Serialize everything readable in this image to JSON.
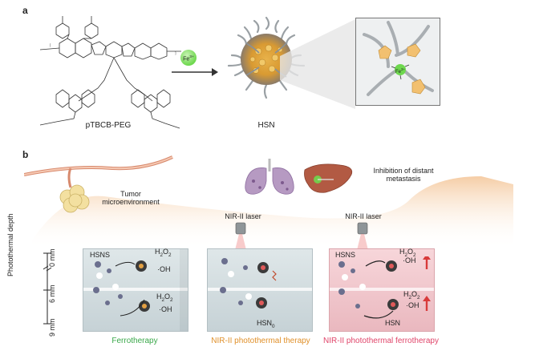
{
  "panel_a": {
    "letter": "a",
    "polymer_label": "pTBCB-PEG",
    "reagent_label": "Fe",
    "reagent_charge": "3+",
    "particle_label": "HSN",
    "inset_label": "Fe",
    "inset_charge": "3+",
    "reagent_color": "#6ed84e"
  },
  "panel_b": {
    "letter": "b",
    "tumor_label_line1": "Tumor",
    "tumor_label_line2": "microenvironment",
    "laser_label_1": "NIR-II laser",
    "laser_label_2": "NIR-II laser",
    "inhibition_line1": "Inhibition of distant",
    "inhibition_line2": "metastasis",
    "depth_axis_label": "Photothermal depth",
    "depth_ticks": [
      "0 mm",
      "6 mm",
      "9 mm"
    ],
    "block1": {
      "hsns": "HSNS",
      "h2o2_top": "H",
      "h2o2_top_sub": "2",
      "h2o2_top_o": "O",
      "h2o2_top_sub2": "2",
      "oh_top": "·OH",
      "oh_bottom": "·OH",
      "h2o2_bottom": "H",
      "h2o2_bottom_sub": "2",
      "h2o2_bottom_o": "O",
      "h2o2_bottom_sub2": "2",
      "title": "Ferrotherapy",
      "title_color": "#3aa84a"
    },
    "block2": {
      "hsn0": "HSN",
      "hsn0_sub": "0",
      "title": "NIR-II photothermal therapy",
      "title_color": "#e0902a"
    },
    "block3": {
      "hsns": "HSNS",
      "h2o2_top": "H",
      "h2o2_top_sub": "2",
      "h2o2_top_o": "O",
      "h2o2_top_sub2": "2",
      "oh_top": "·OH",
      "h2o2_bottom": "H",
      "h2o2_bottom_sub": "2",
      "h2o2_bottom_o": "O",
      "h2o2_bottom_sub2": "2",
      "oh_bottom": "·OH",
      "hsn": "HSN",
      "title": "NIR-II photothermal ferrotherapy",
      "title_color": "#e0456a"
    }
  }
}
